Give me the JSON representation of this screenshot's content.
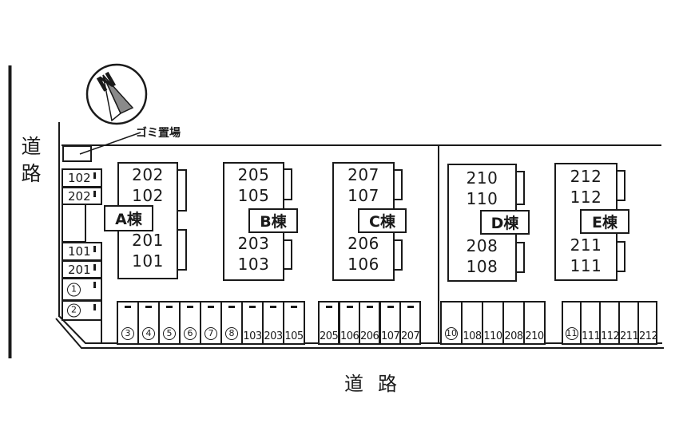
{
  "roads": {
    "left_label": "道路",
    "bottom_label": "道路"
  },
  "north_arrow": {
    "label": "N"
  },
  "garbage_area": {
    "label": "ゴミ置場"
  },
  "buildings": [
    {
      "name": "A棟",
      "upper_units": [
        "202",
        "102"
      ],
      "lower_units": [
        "201",
        "101"
      ]
    },
    {
      "name": "B棟",
      "upper_units": [
        "205",
        "105"
      ],
      "lower_units": [
        "203",
        "103"
      ]
    },
    {
      "name": "C棟",
      "upper_units": [
        "207",
        "107"
      ],
      "lower_units": [
        "206",
        "106"
      ]
    },
    {
      "name": "D棟",
      "upper_units": [
        "210",
        "110"
      ],
      "lower_units": [
        "208",
        "108"
      ]
    },
    {
      "name": "E棟",
      "upper_units": [
        "212",
        "112"
      ],
      "lower_units": [
        "211",
        "111"
      ]
    }
  ],
  "parking": {
    "left_column": [
      {
        "label": "102",
        "circled": false
      },
      {
        "label": "202",
        "circled": false
      },
      {
        "label": "101",
        "circled": false
      },
      {
        "label": "201",
        "circled": false
      },
      {
        "label": "1",
        "circled": true
      },
      {
        "label": "2",
        "circled": true
      }
    ],
    "bottom_groups": [
      {
        "wheel_stops": true,
        "stalls": [
          {
            "label": "3",
            "circled": true
          },
          {
            "label": "4",
            "circled": true
          },
          {
            "label": "5",
            "circled": true
          },
          {
            "label": "6",
            "circled": true
          },
          {
            "label": "7",
            "circled": true
          },
          {
            "label": "8",
            "circled": true
          },
          {
            "label": "103",
            "circled": false
          },
          {
            "label": "203",
            "circled": false
          },
          {
            "label": "105",
            "circled": false
          }
        ]
      },
      {
        "wheel_stops": true,
        "stalls": [
          {
            "label": "205",
            "circled": false
          },
          {
            "label": "106",
            "circled": false
          },
          {
            "label": "206",
            "circled": false
          },
          {
            "label": "107",
            "circled": false
          },
          {
            "label": "207",
            "circled": false
          }
        ]
      },
      {
        "wheel_stops": false,
        "stalls": [
          {
            "label": "10",
            "circled": true
          },
          {
            "label": "108",
            "circled": false
          },
          {
            "label": "110",
            "circled": false
          },
          {
            "label": "208",
            "circled": false
          },
          {
            "label": "210",
            "circled": false
          }
        ]
      },
      {
        "wheel_stops": false,
        "stalls": [
          {
            "label": "11",
            "circled": true
          },
          {
            "label": "111",
            "circled": false
          },
          {
            "label": "112",
            "circled": false
          },
          {
            "label": "211",
            "circled": false
          },
          {
            "label": "212",
            "circled": false
          }
        ]
      }
    ]
  },
  "colors": {
    "line": "#1a1a1a",
    "background": "#ffffff",
    "compass_needle_fill": "#8a8a8a"
  }
}
